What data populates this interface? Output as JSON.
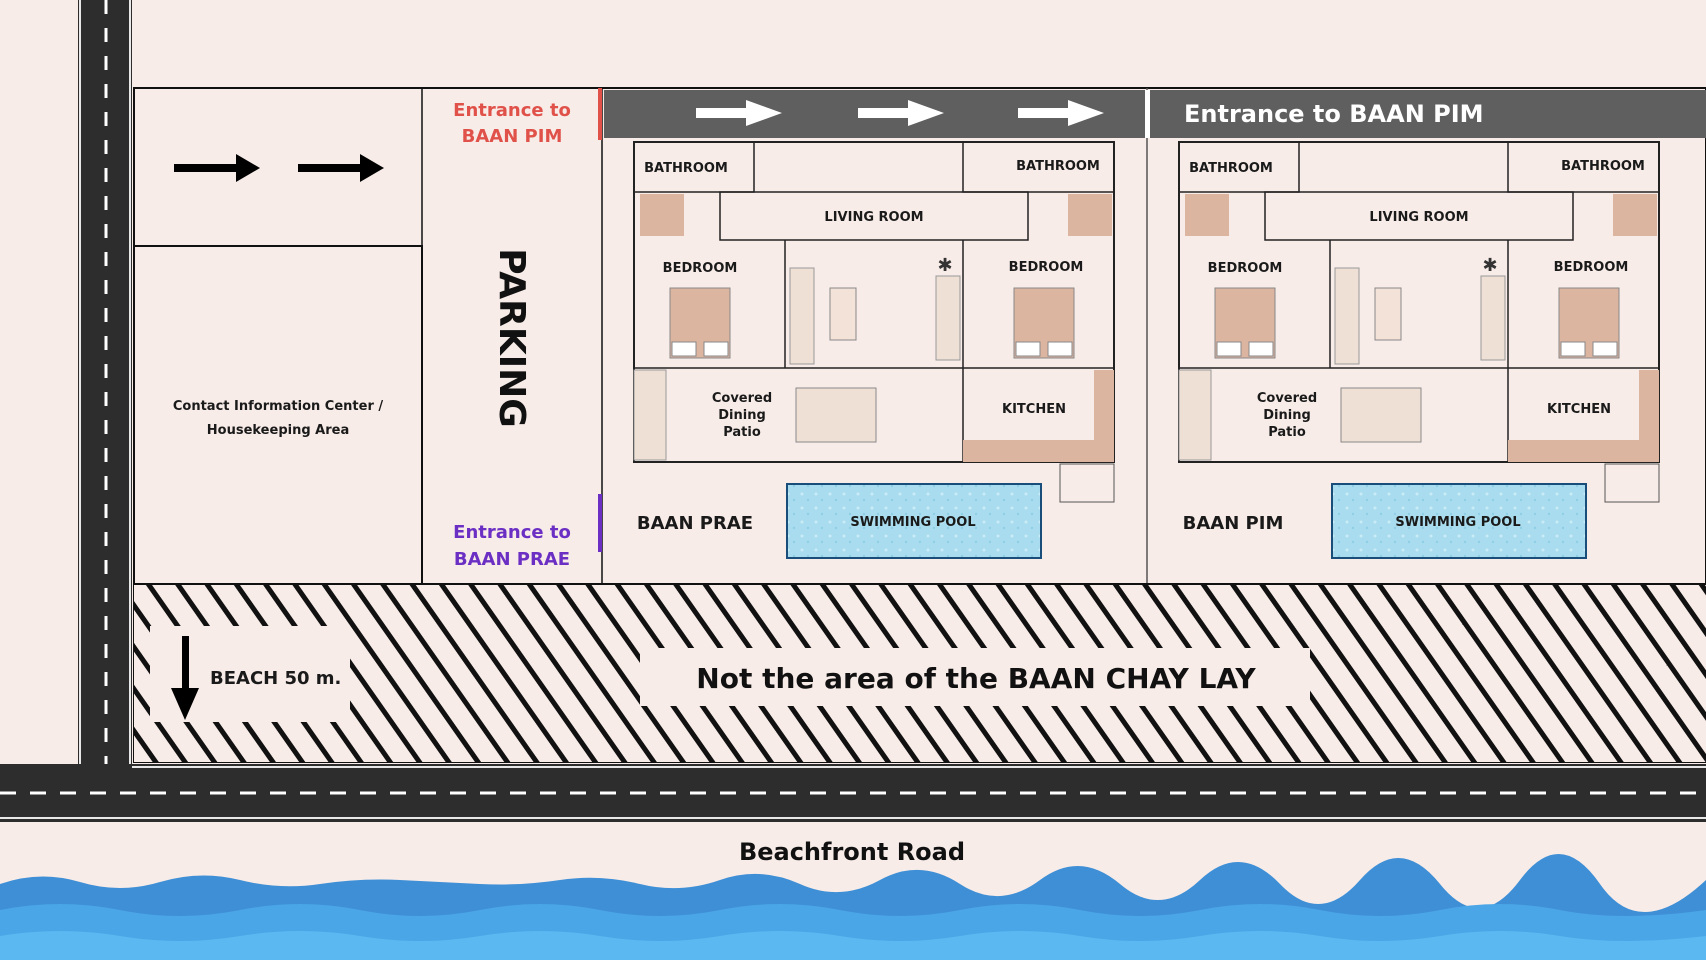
{
  "labels": {
    "entrance_baan_pim_line1": "Entrance to",
    "entrance_baan_pim_line2": "BAAN PIM",
    "entrance_baan_prae_line1": "Entrance to",
    "entrance_baan_prae_line2": "BAAN PRAE",
    "entrance_banner": "Entrance to BAAN PIM",
    "parking": "PARKING",
    "contact_line1": "Contact Information Center /",
    "contact_line2": "Housekeeping Area",
    "beach_distance": "BEACH 50 m.",
    "not_area": "Not the area of the BAAN CHAY LAY",
    "beachfront_road": "Beachfront Road"
  },
  "units": [
    {
      "name": "BAAN PRAE",
      "rooms": {
        "bathroom_left": "BATHROOM",
        "bathroom_right": "BATHROOM",
        "living_room": "LIVING ROOM",
        "bedroom_left": "BEDROOM",
        "bedroom_right": "BEDROOM",
        "patio_line1": "Covered",
        "patio_line2": "Dining",
        "patio_line3": "Patio",
        "kitchen": "KITCHEN",
        "pool": "SWIMMING POOL"
      }
    },
    {
      "name": "BAAN PIM",
      "rooms": {
        "bathroom_left": "BATHROOM",
        "bathroom_right": "BATHROOM",
        "living_room": "LIVING ROOM",
        "bedroom_left": "BEDROOM",
        "bedroom_right": "BEDROOM",
        "patio_line1": "Covered",
        "patio_line2": "Dining",
        "patio_line3": "Patio",
        "kitchen": "KITCHEN",
        "pool": "SWIMMING POOL"
      }
    }
  ],
  "colors": {
    "background": "#f8ece8",
    "road": "#2d2d2d",
    "banner": "#5f5f5f",
    "pool": "#a9dcee",
    "sea": "#3f8fd6",
    "entrance_pim": "#e0514a",
    "entrance_prae": "#6b2fc4",
    "furniture": "#dcb5a0"
  }
}
